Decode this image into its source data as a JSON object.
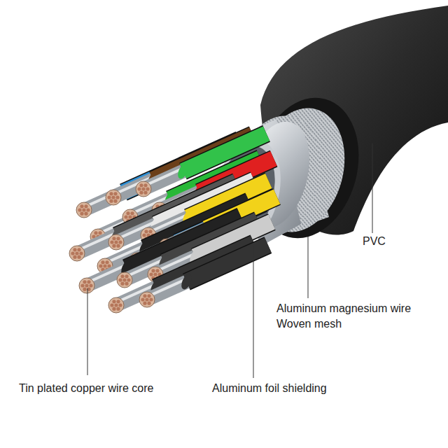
{
  "diagram": {
    "labels": [
      "PVC",
      "Aluminum magnesium wire Woven mesh",
      "Tin plated copper wire core",
      "Aluminum foil shielding"
    ]
  }
}
